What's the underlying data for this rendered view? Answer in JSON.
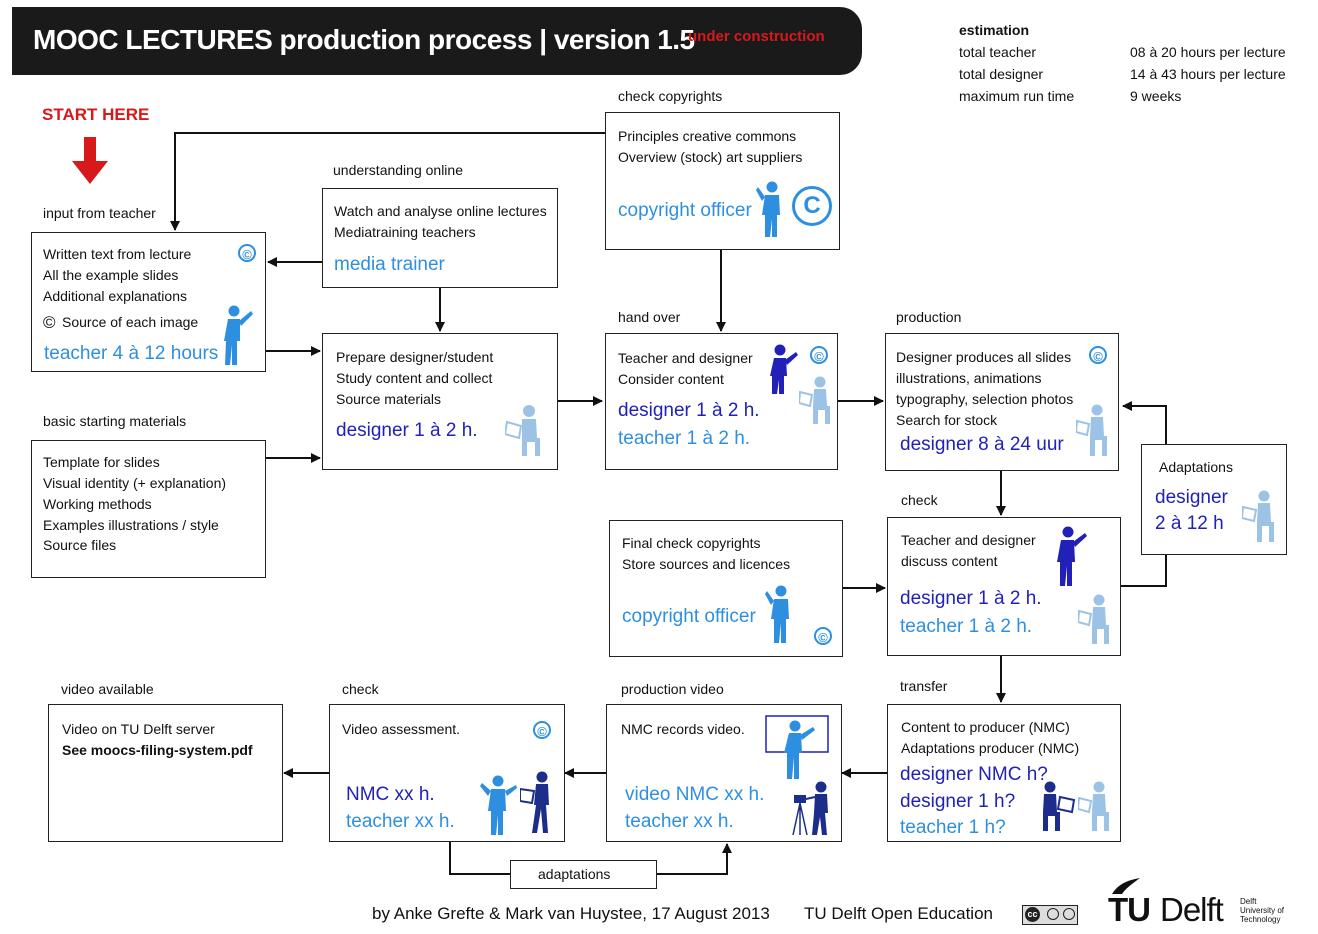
{
  "header": {
    "title": "MOOC LECTURES production process | version 1.5",
    "status": "under construction"
  },
  "estimation": {
    "heading": "estimation",
    "rows": [
      {
        "label": "total teacher",
        "value": "08 à 20 hours per lecture"
      },
      {
        "label": "total designer",
        "value": "14 à 43 hours per lecture"
      },
      {
        "label": "maximum run time",
        "value": "9 weeks"
      }
    ]
  },
  "start_here": "START HERE",
  "steps": {
    "input": {
      "label": "input from teacher",
      "lines": [
        "Written text from lecture",
        "All the example slides",
        "Additional explanations",
        "Source of each image"
      ],
      "copyright_prefix": "©",
      "role": "teacher 4 à 12 hours"
    },
    "basic": {
      "label": "basic starting materials",
      "lines": [
        "Template for slides",
        "Visual identity (+ explanation)",
        "Working methods",
        "Examples illustrations / style",
        "Source files"
      ]
    },
    "online": {
      "label": "understanding online",
      "lines": [
        "Watch and analyse online lectures",
        "Mediatraining teachers"
      ],
      "role": "media trainer"
    },
    "copyrights": {
      "label": "check copyrights",
      "lines": [
        "Principles creative commons",
        "Overview (stock) art suppliers"
      ],
      "role": "copyright officer"
    },
    "prepare": {
      "lines": [
        "Prepare designer/student",
        "Study content and collect",
        "Source materials"
      ],
      "role": "designer 1 à 2 h."
    },
    "handover": {
      "label": "hand over",
      "lines": [
        "Teacher and designer",
        "Consider content"
      ],
      "role1": "designer 1 à 2 h.",
      "role2": "teacher 1 à 2 h."
    },
    "production": {
      "label": "production",
      "lines": [
        "Designer produces all slides",
        "illustrations, animations",
        "typography, selection photos",
        "Search for stock"
      ],
      "role": "designer 8 à 24 uur"
    },
    "adaptations_box": {
      "label": "Adaptations",
      "role1": "designer",
      "role2": "2 à 12 h"
    },
    "check": {
      "label": "check",
      "lines": [
        "Teacher and designer",
        "discuss content"
      ],
      "role1": "designer 1 à 2 h.",
      "role2": "teacher 1 à 2 h."
    },
    "final": {
      "lines": [
        "Final check copyrights",
        "Store sources and licences"
      ],
      "role": "copyright officer"
    },
    "transfer": {
      "label": "transfer",
      "lines": [
        "Content to producer (NMC)",
        "Adaptations producer (NMC)"
      ],
      "role1": "designer NMC h?",
      "role2": "designer 1 h?",
      "role3": "teacher 1 h?"
    },
    "prodvideo": {
      "label": "production video",
      "lines": [
        "NMC records video."
      ],
      "role1": "video NMC xx h.",
      "role2": "teacher xx h."
    },
    "checkvideo": {
      "label": "check",
      "lines": [
        "Video assessment."
      ],
      "role1": "NMC xx h.",
      "role2": "teacher xx h."
    },
    "available": {
      "label": "video available",
      "lines": [
        "Video on TU Delft server",
        "See moocs-filing-system.pdf"
      ]
    },
    "adapt_loop": {
      "label": "adaptations"
    }
  },
  "copyright_symbol": "©",
  "footer": {
    "authors": "by Anke Grefte & Mark van Huystee, 17 August 2013",
    "org": "TU Delft Open Education",
    "cc_badge": "cc",
    "logo_tu": "TU",
    "logo_delft": "Delft",
    "logo_small": [
      "Delft",
      "University of",
      "Technology"
    ]
  },
  "colors": {
    "light_blue": "#2e8fe0",
    "dark_blue": "#2121b8",
    "red": "#d8191c",
    "pale_blue": "#9cc3e6"
  }
}
